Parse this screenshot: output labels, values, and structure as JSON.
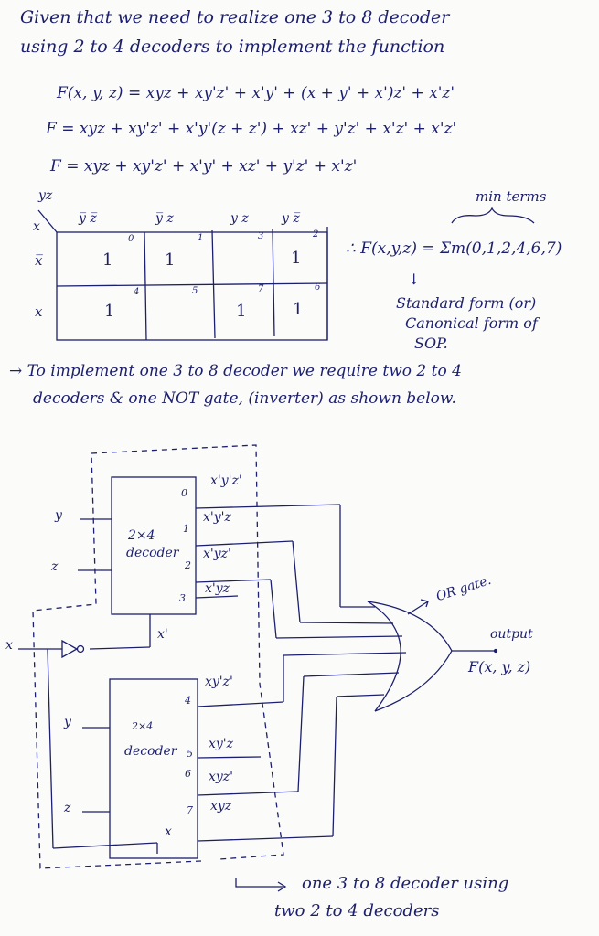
{
  "intro": {
    "line1": "Given that we need to realize one 3 to 8 decoder",
    "line2": "using 2 to 4 decoders to implement the function"
  },
  "equations": {
    "eq1": "F(x, y, z) = xyz + xy'z' + x'y' + (x + y' + x')z' + x'z'",
    "eq2": "F = xyz + xy'z' + x'y'(z + z') + xz' + y'z' + x'z' + x'z'",
    "eq3": "F = xyz + xy'z' + x'y' + xz' + y'z' + x'z'"
  },
  "kmap": {
    "corner_col_var": "yz",
    "corner_row_var": "x",
    "columns": [
      "y̅ z̅",
      "y̅ z",
      "y z",
      "y z̅"
    ],
    "rows": [
      {
        "label": "x̅",
        "cells": [
          {
            "index": "0",
            "value": "1"
          },
          {
            "index": "1",
            "value": "1"
          },
          {
            "index": "3",
            "value": ""
          },
          {
            "index": "2",
            "value": "1"
          }
        ]
      },
      {
        "label": "x",
        "cells": [
          {
            "index": "4",
            "value": "1"
          },
          {
            "index": "5",
            "value": ""
          },
          {
            "index": "7",
            "value": "1"
          },
          {
            "index": "6",
            "value": "1"
          }
        ]
      }
    ]
  },
  "result": {
    "minterms_label": "min terms",
    "expression": "∴ F(x,y,z) = Σm(0,1,2,4,6,7)",
    "arrow": "↓",
    "note_line1": "Standard form (or)",
    "note_line2": "Canonical form of",
    "note_line3": "SOP."
  },
  "paragraph": {
    "line1": "→ To implement one 3 to 8 decoder we require two 2 to 4",
    "line2": "decoders & one NOT gate, (inverter) as shown below."
  },
  "circuit": {
    "decoder_top": {
      "label_line1": "2×4",
      "label_line2": "decoder",
      "inputs": [
        "y",
        "z"
      ],
      "enable": "x'",
      "outputs": [
        {
          "pin": "0",
          "term": "x'y'z'"
        },
        {
          "pin": "1",
          "term": "x'y'z"
        },
        {
          "pin": "2",
          "term": "x'yz'"
        },
        {
          "pin": "3",
          "term": "x'yz"
        }
      ]
    },
    "decoder_bottom": {
      "label_line1": "2×4",
      "label_line2": "decoder",
      "inputs": [
        "y",
        "z"
      ],
      "enable": "x",
      "outputs": [
        {
          "pin": "4",
          "term": "xy'z'"
        },
        {
          "pin": "5",
          "term": "xy'z"
        },
        {
          "pin": "6",
          "term": "xyz'"
        },
        {
          "pin": "7",
          "term": "xyz"
        }
      ]
    },
    "input_x": "x",
    "or_gate_label": "OR gate.",
    "output_label": "output",
    "output_func": "F(x, y, z)"
  },
  "footer": {
    "line1": "one 3 to 8 decoder using",
    "line2": "two 2 to 4 decoders"
  },
  "colors": {
    "ink": "#1c1f6e",
    "paper": "#fbfbfa"
  }
}
